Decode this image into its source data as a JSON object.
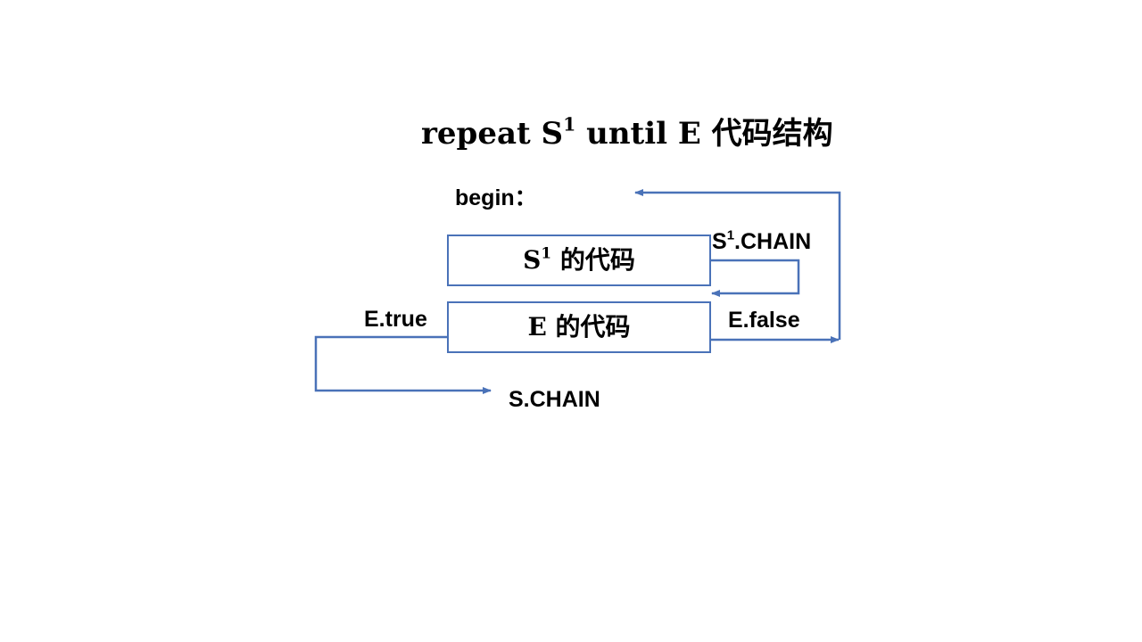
{
  "title": {
    "prefix": "repeat S",
    "sup": "1",
    "suffix": " until E 代码结构"
  },
  "labels": {
    "begin": "begin：",
    "s1_chain_prefix": "S",
    "s1_chain_sup": "1",
    "s1_chain_suffix": ".CHAIN",
    "e_true": "E.true",
    "e_false": "E.false",
    "s_chain": "S.CHAIN"
  },
  "boxes": {
    "s1_code": {
      "prefix": "S",
      "sup": "1",
      "suffix": " 的代码"
    },
    "e_code": {
      "text": "E 的代码"
    }
  },
  "colors": {
    "line": "#4a72b8",
    "text": "#000000",
    "background": "#ffffff"
  }
}
